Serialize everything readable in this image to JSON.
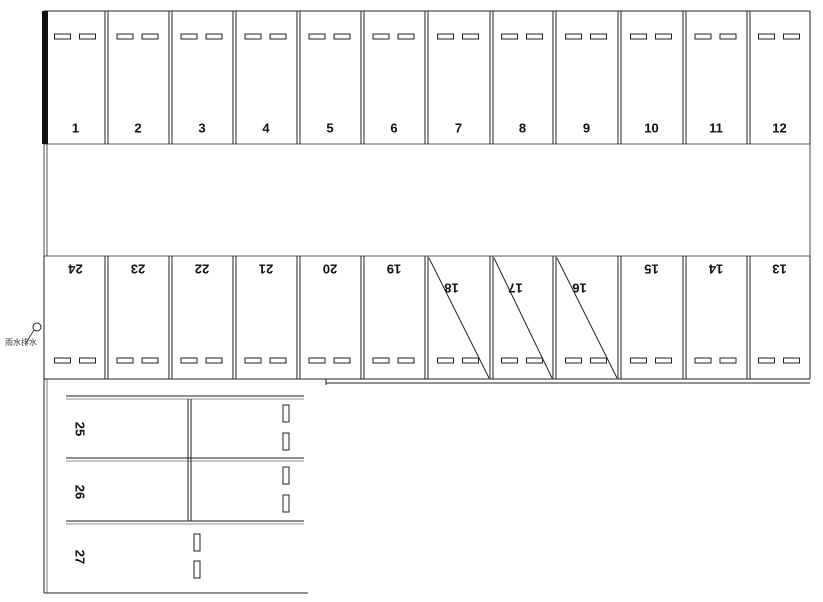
{
  "top_row": [
    "1",
    "2",
    "3",
    "4",
    "5",
    "6",
    "7",
    "8",
    "9",
    "10",
    "11",
    "12"
  ],
  "bottom_row": [
    "24",
    "23",
    "22",
    "21",
    "20",
    "19",
    "18",
    "17",
    "16",
    "15",
    "14",
    "13"
  ],
  "side_rows": [
    "25",
    "26",
    "27"
  ],
  "diagonal_marked_spaces": [
    "18",
    "17",
    "16"
  ],
  "annotation": "雨水排水",
  "colors": {
    "line": "#222222",
    "wall": "#111111",
    "background": "#ffffff"
  }
}
